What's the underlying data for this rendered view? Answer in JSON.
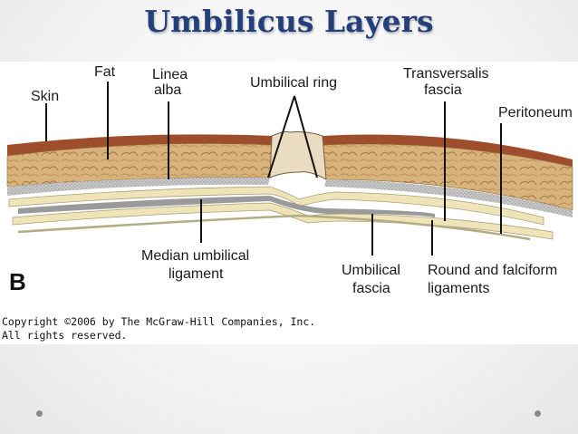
{
  "slide": {
    "title": "Umbilicus Layers"
  },
  "figure": {
    "panel_letter": "B",
    "labels": {
      "skin": "Skin",
      "fat": "Fat",
      "linea_alba_line1": "Linea",
      "linea_alba_line2": "alba",
      "umbilical_ring": "Umbilical ring",
      "transversalis_line1": "Transversalis",
      "transversalis_line2": "fascia",
      "peritoneum": "Peritoneum",
      "median_line1": "Median umbilical",
      "median_line2": "ligament",
      "umbilical_fascia_line1": "Umbilical",
      "umbilical_fascia_line2": "fascia",
      "round_line1": "Round and falciform",
      "round_line2": "ligaments"
    },
    "copyright_line1": "Copyright ©2006 by The McGraw-Hill Companies, Inc.",
    "copyright_line2": "All rights reserved.",
    "colors": {
      "skin": "#9e4e2c",
      "fat": "#d7b27a",
      "linea_alba": "#b9b9b9",
      "fascia": "#efe4b8",
      "ligament": "#9a9a9a"
    }
  }
}
